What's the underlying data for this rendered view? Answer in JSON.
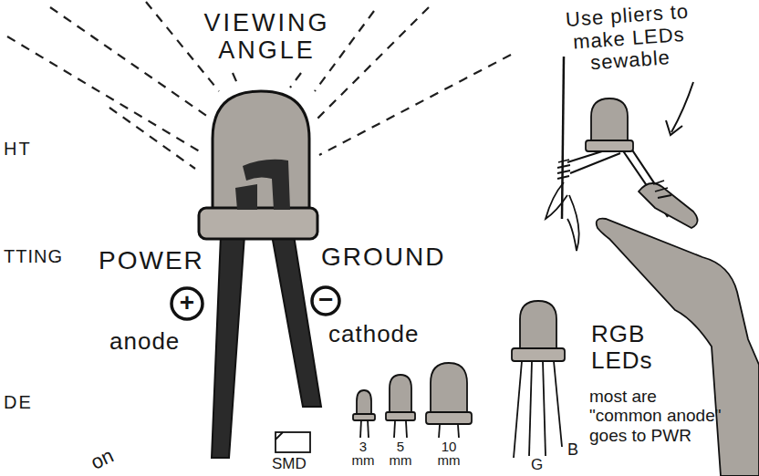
{
  "diagram": {
    "labels": [
      "VIEWING ANGLE",
      "Use pliers to make LEDs sewable",
      "HT",
      "TTING",
      "POWER",
      "GROUND",
      "+",
      "−",
      "anode",
      "cathode",
      "DE",
      "on",
      "SMD",
      "3 mm",
      "5 mm",
      "10 mm",
      "RGB LEDs",
      "most are \"common anode\" goes to PWR",
      "B",
      "G"
    ]
  }
}
